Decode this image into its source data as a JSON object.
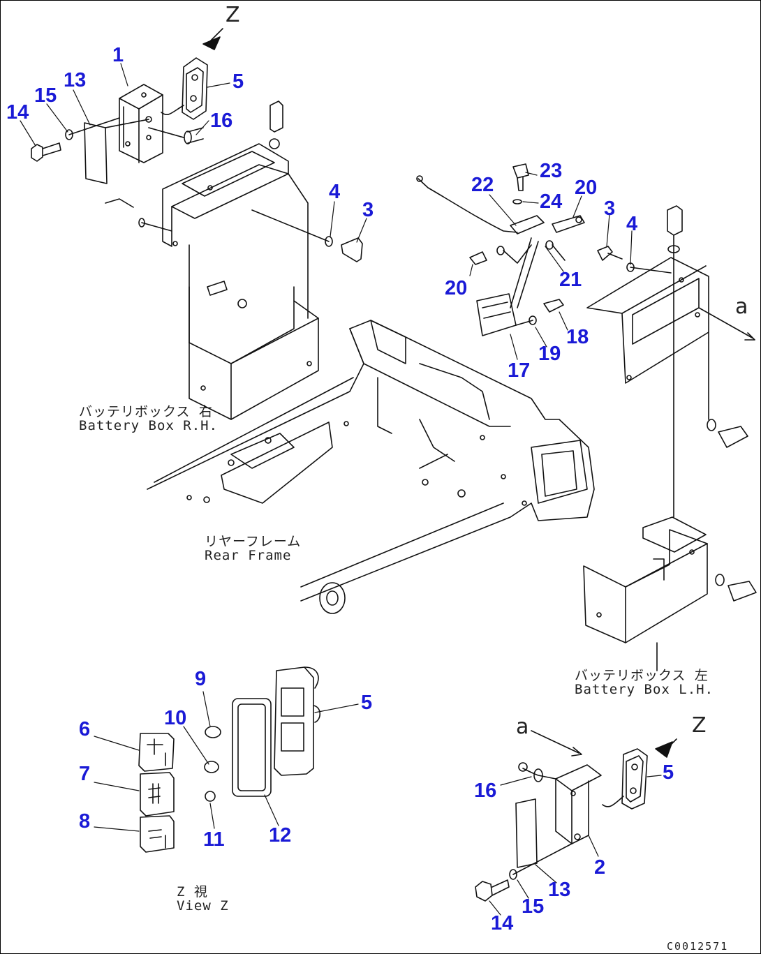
{
  "figure_number": "C0012571",
  "view_letters": {
    "top_z": "Z",
    "right_z": "Z",
    "arrow_a_right": "a",
    "arrow_a_bottom": "a"
  },
  "labels": {
    "battery_box_rh_jp": "バッテリボックス 右",
    "battery_box_rh_en": "Battery Box R.H.",
    "rear_frame_jp": "リヤーフレーム",
    "rear_frame_en": "Rear Frame",
    "battery_box_lh_jp": "バッテリボックス 左",
    "battery_box_lh_en": "Battery Box L.H.",
    "view_z_jp": "Z 視",
    "view_z_en": "View Z"
  },
  "callouts": [
    {
      "id": "c1",
      "text": "1"
    },
    {
      "id": "c5a",
      "text": "5"
    },
    {
      "id": "c13a",
      "text": "13"
    },
    {
      "id": "c15a",
      "text": "15"
    },
    {
      "id": "c14a",
      "text": "14"
    },
    {
      "id": "c16a",
      "text": "16"
    },
    {
      "id": "c4a",
      "text": "4"
    },
    {
      "id": "c3a",
      "text": "3"
    },
    {
      "id": "c22",
      "text": "22"
    },
    {
      "id": "c23",
      "text": "23"
    },
    {
      "id": "c24",
      "text": "24"
    },
    {
      "id": "c20a",
      "text": "20"
    },
    {
      "id": "c3b",
      "text": "3"
    },
    {
      "id": "c4b",
      "text": "4"
    },
    {
      "id": "c20b",
      "text": "20"
    },
    {
      "id": "c21",
      "text": "21"
    },
    {
      "id": "c18",
      "text": "18"
    },
    {
      "id": "c19",
      "text": "19"
    },
    {
      "id": "c17",
      "text": "17"
    },
    {
      "id": "c9",
      "text": "9"
    },
    {
      "id": "c10",
      "text": "10"
    },
    {
      "id": "c5b",
      "text": "5"
    },
    {
      "id": "c6",
      "text": "6"
    },
    {
      "id": "c7",
      "text": "7"
    },
    {
      "id": "c8",
      "text": "8"
    },
    {
      "id": "c11",
      "text": "11"
    },
    {
      "id": "c12",
      "text": "12"
    },
    {
      "id": "c16b",
      "text": "16"
    },
    {
      "id": "c5c",
      "text": "5"
    },
    {
      "id": "c2",
      "text": "2"
    },
    {
      "id": "c13b",
      "text": "13"
    },
    {
      "id": "c15b",
      "text": "15"
    },
    {
      "id": "c14b",
      "text": "14"
    }
  ]
}
